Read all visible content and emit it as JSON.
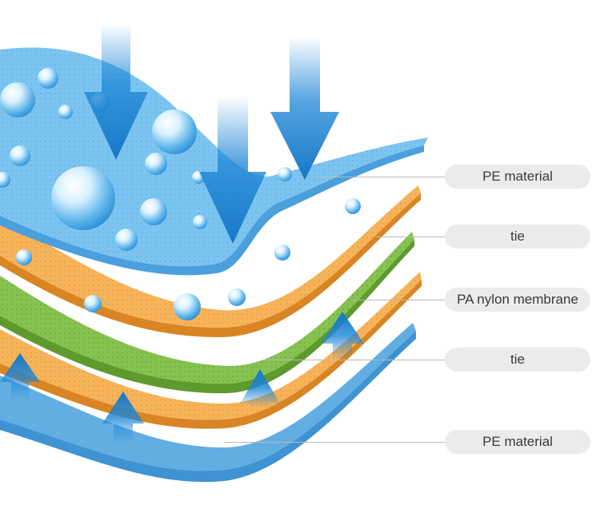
{
  "colors": {
    "pe_layer": "#7cc4f0",
    "tie_layer": "#f2a84a",
    "pa_layer": "#78b944",
    "arrow_down": "#1d86d6",
    "arrow_up": "#1d86d6",
    "label_bg": "#ebebeb"
  },
  "layers": [
    {
      "label": "PE material"
    },
    {
      "label": "tie"
    },
    {
      "label": "PA nylon membrane"
    },
    {
      "label": "tie"
    },
    {
      "label": "PE material"
    }
  ],
  "icons": {
    "water_droplets": "water-droplet-icon",
    "pressure_arrows_down": "arrow-down-icon",
    "vapor_arrows_up": "arrow-up-icon"
  }
}
